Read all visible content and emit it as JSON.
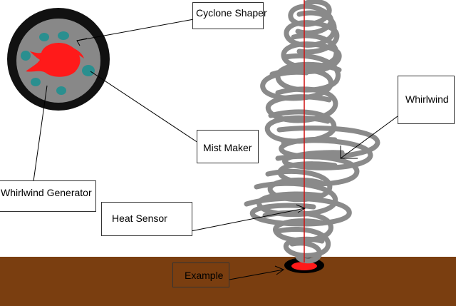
{
  "labels": {
    "cyclone_shaper": "Cyclone Shaper",
    "whirlwind": "Whirlwind",
    "mist_maker": "Mist Maker",
    "whirlwind_generator": "Whirlwind Generator",
    "heat_sensor": "Heat Sensor",
    "example": "Example"
  },
  "colors": {
    "ground": "#7a3e10",
    "vortex_gray": "#8a8a8a",
    "generator_ring": "#111111",
    "generator_face": "#888888",
    "core_red": "#ff1a1a",
    "mist_teal": "#2a8f8f",
    "axis_red": "#d01010"
  }
}
